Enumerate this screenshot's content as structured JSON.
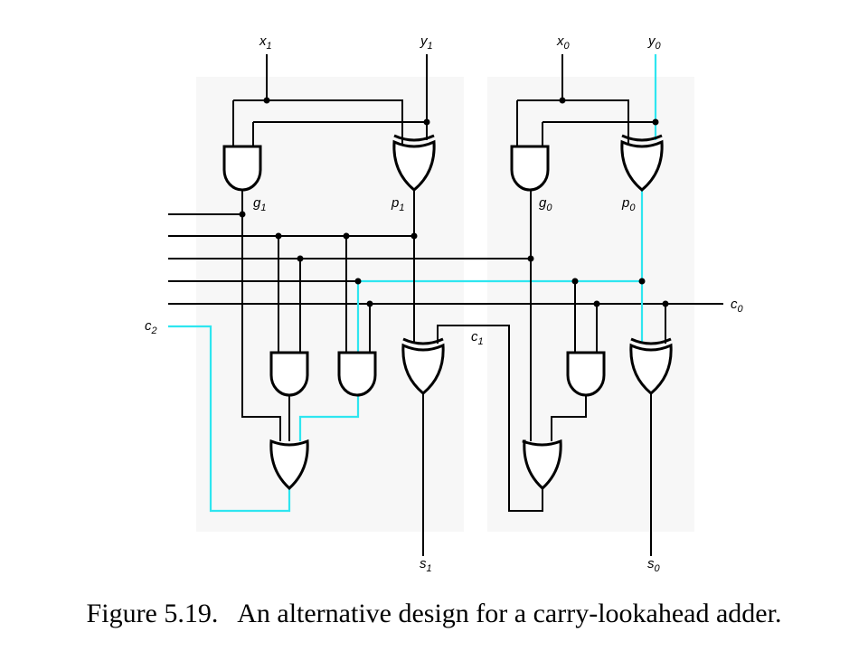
{
  "inputs": {
    "x1": {
      "base": "x",
      "sub": "1"
    },
    "y1": {
      "base": "y",
      "sub": "1"
    },
    "x0": {
      "base": "x",
      "sub": "0"
    },
    "y0": {
      "base": "y",
      "sub": "0"
    }
  },
  "signals": {
    "g1": {
      "base": "g",
      "sub": "1"
    },
    "p1": {
      "base": "p",
      "sub": "1"
    },
    "g0": {
      "base": "g",
      "sub": "0"
    },
    "p0": {
      "base": "p",
      "sub": "0"
    },
    "c0": {
      "base": "c",
      "sub": "0"
    },
    "c1": {
      "base": "c",
      "sub": "1"
    },
    "c2": {
      "base": "c",
      "sub": "2"
    }
  },
  "outputs": {
    "s1": {
      "base": "s",
      "sub": "1"
    },
    "s0": {
      "base": "s",
      "sub": "0"
    }
  },
  "caption": "Figure 5.19.   An alternative design for a carry-lookahead adder.",
  "colors": {
    "highlight": "#2ee6f0",
    "block_bg": "#f7f7f7",
    "wire": "#000000"
  }
}
